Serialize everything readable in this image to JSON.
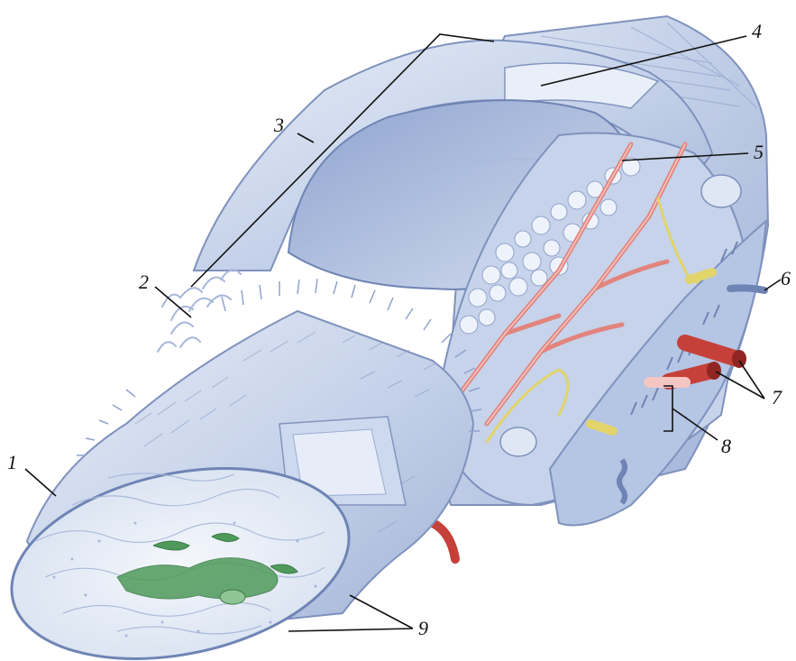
{
  "figure": {
    "subject": "Hair follicle anatomy cross-section (labeled illustration)",
    "colors": {
      "background": "#ffffff",
      "tissue_light": "#dfe6f2",
      "tissue_mid": "#b9c8e3",
      "tissue_dark": "#8fa3cf",
      "vessel_red": "#d9534f",
      "nerve_yellow": "#e2d46b",
      "green_center": "#4f9a5b",
      "leader_line": "#111111"
    },
    "labels": [
      {
        "id": "1",
        "text": "1"
      },
      {
        "id": "2",
        "text": "2"
      },
      {
        "id": "3",
        "text": "3"
      },
      {
        "id": "4",
        "text": "4"
      },
      {
        "id": "5",
        "text": "5"
      },
      {
        "id": "6",
        "text": "6"
      },
      {
        "id": "7",
        "text": "7"
      },
      {
        "id": "8",
        "text": "8"
      },
      {
        "id": "9",
        "text": "9"
      }
    ]
  }
}
